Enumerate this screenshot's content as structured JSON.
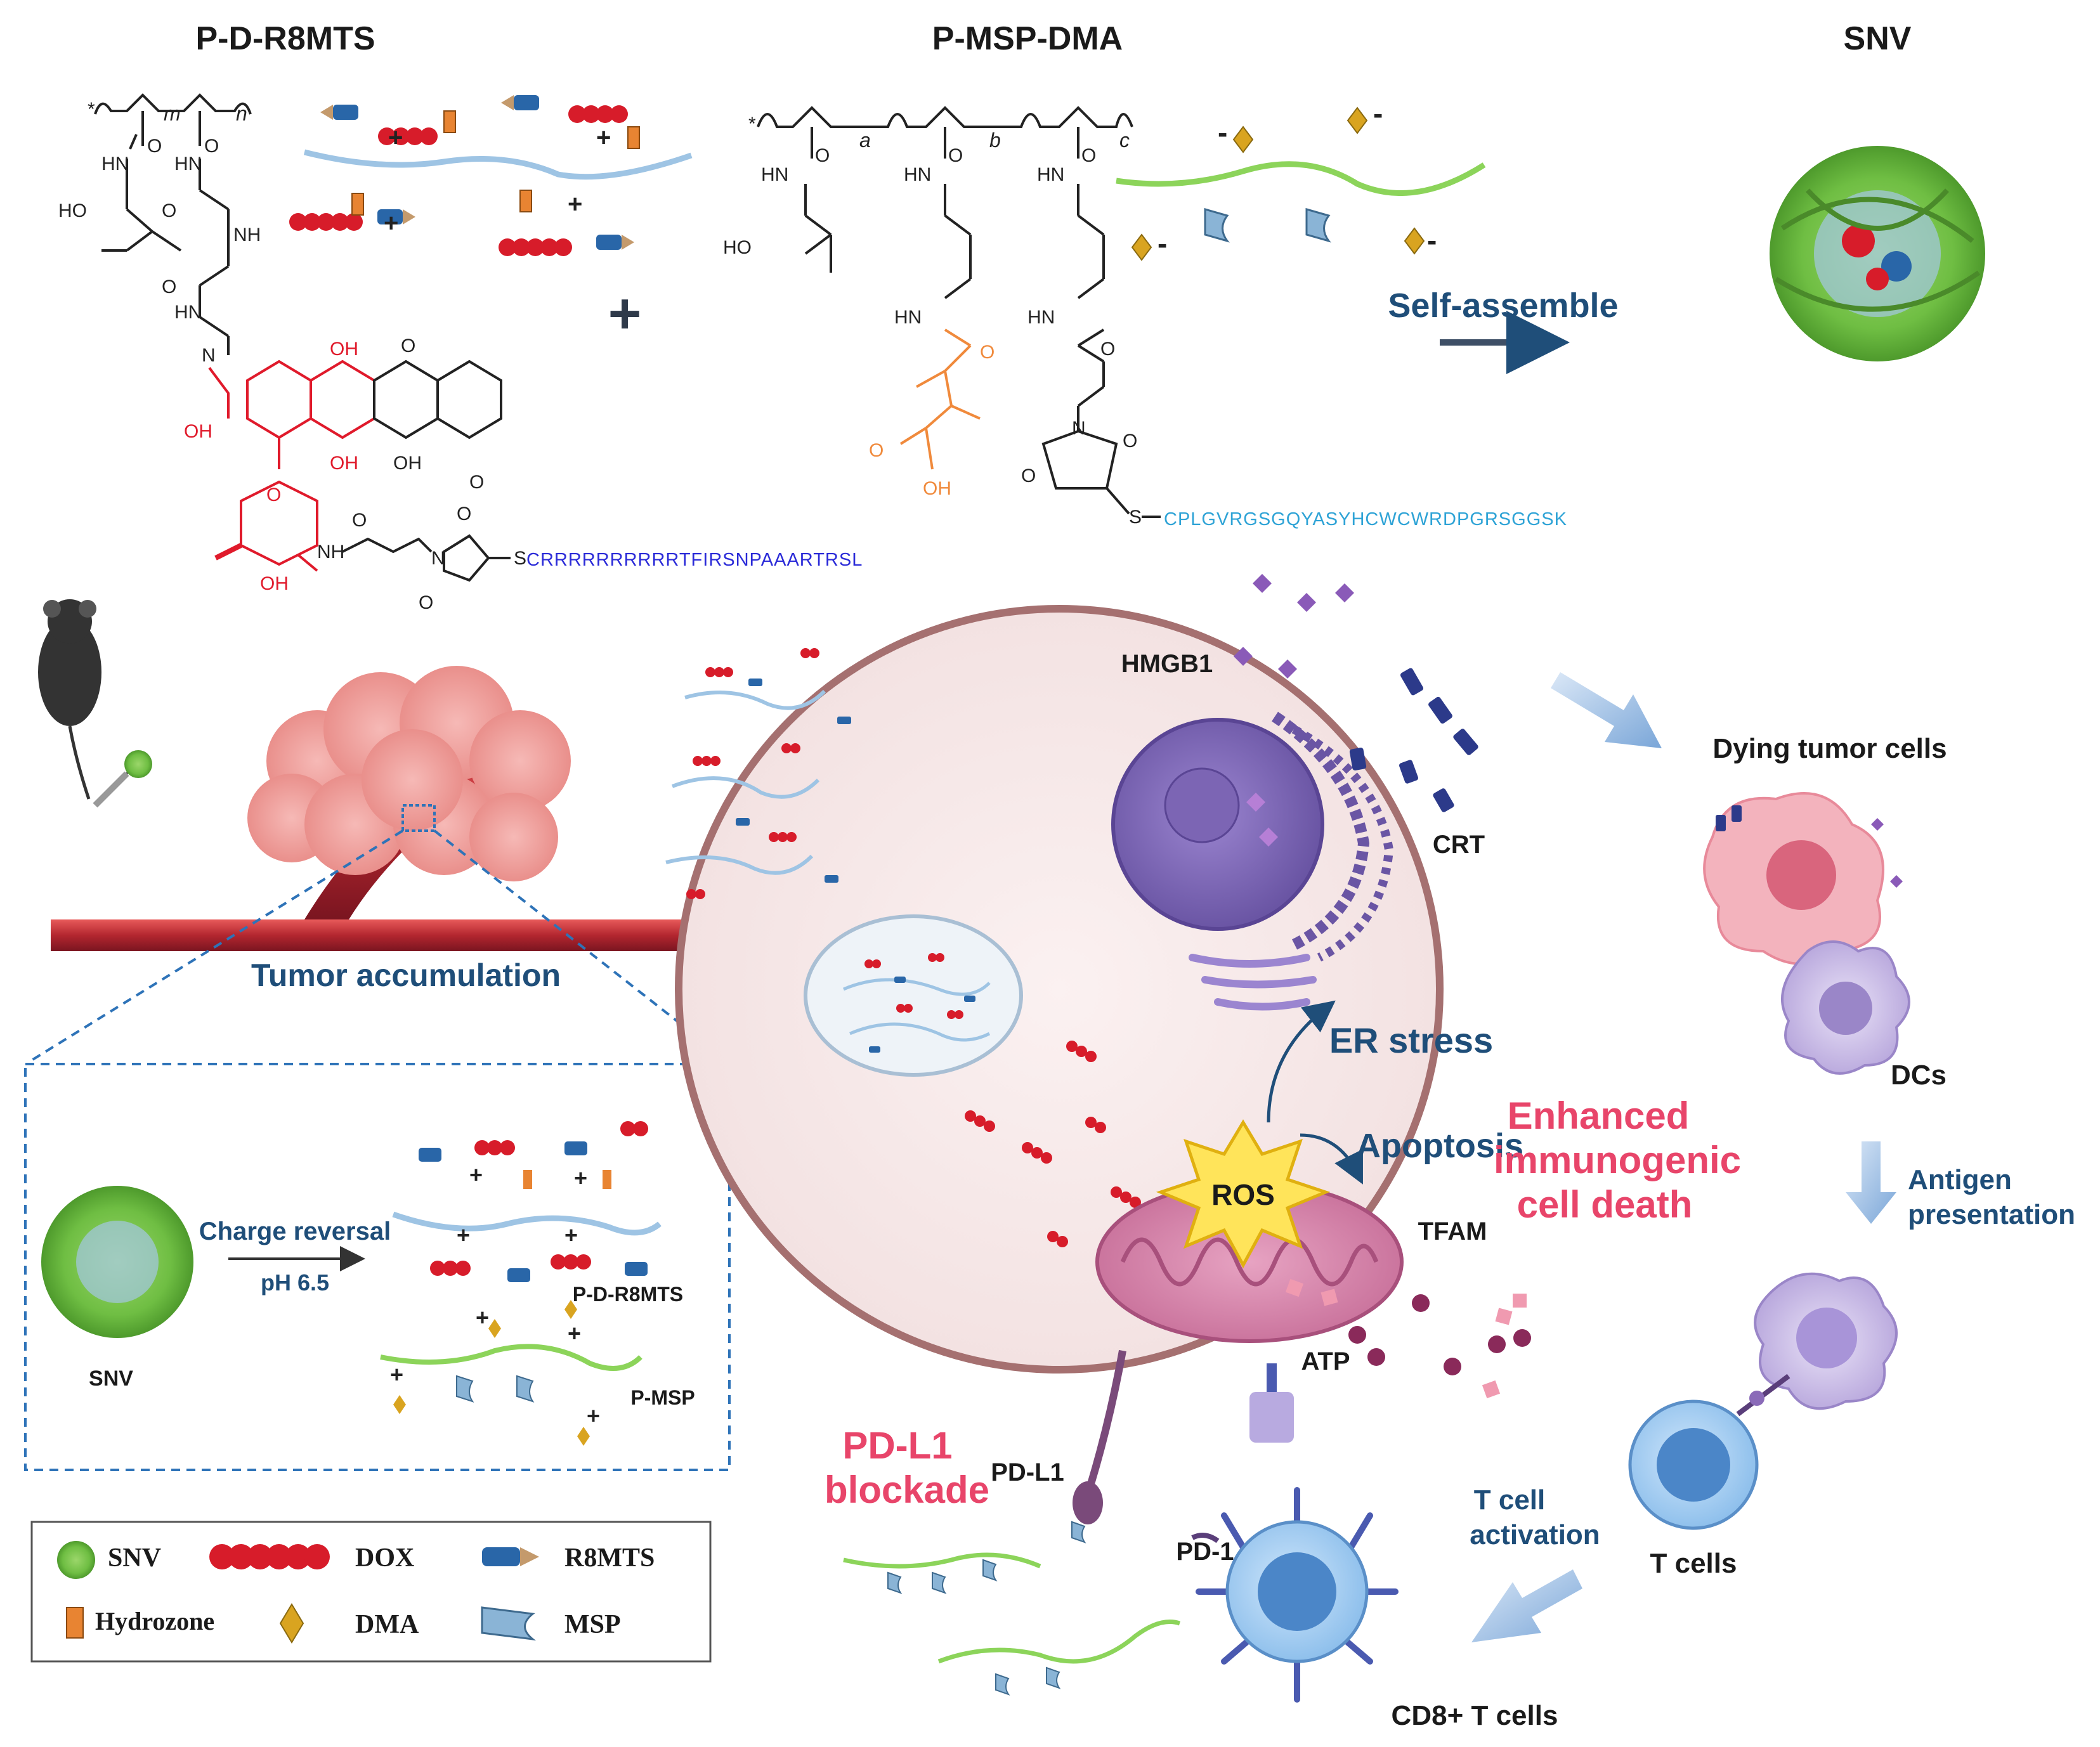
{
  "headers": {
    "p_d_r8mts": "P-D-R8MTS",
    "p_msp_dma": "P-MSP-DMA",
    "snv": "SNV"
  },
  "chem": {
    "hn": "HN",
    "nh": "NH",
    "ho": "HO",
    "oh": "OH",
    "o": "O",
    "n": "N",
    "s": "S",
    "m": "m",
    "n_sub": "n",
    "a": "a",
    "b": "b",
    "c": "c",
    "star": "*",
    "plus": "+",
    "minus": "-",
    "peptide_r8mts": "CRRRRRRRRRRTFIRSNPAAARTRSL",
    "peptide_msp": "CPLGVRGSGQYASYHCWCWRDPGRSGGSK"
  },
  "labels": {
    "self_assemble": "Self-assemble",
    "tumor_accumulation": "Tumor accumulation",
    "charge_reversal": "Charge reversal",
    "ph": "pH 6.5",
    "inset_snv": "SNV",
    "inset_pdr8mts": "P-D-R8MTS",
    "inset_pmsp": "P-MSP",
    "hmgb1": "HMGB1",
    "crt": "CRT",
    "er_stress": "ER stress",
    "ros": "ROS",
    "apoptosis": "Apoptosis",
    "tfam": "TFAM",
    "atp": "ATP",
    "dying_tumor_cells": "Dying tumor cells",
    "dcs": "DCs",
    "icd_line1": "Enhanced",
    "icd_line2": "immunogenic",
    "icd_line3": "cell death",
    "antigen_line1": "Antigen",
    "antigen_line2": "presentation",
    "t_cells": "T cells",
    "t_activation_line1": "T cell",
    "t_activation_line2": "activation",
    "cd8": "CD8+ T cells",
    "pd1": "PD-1",
    "pdl1": "PD-L1",
    "blockade_line1": "PD-L1",
    "blockade_line2": "blockade"
  },
  "legend": {
    "snv": "SNV",
    "dox": "DOX",
    "r8mts": "R8MTS",
    "hydrozone": "Hydrozone",
    "dma": "DMA",
    "msp": "MSP"
  },
  "colors": {
    "dark_text": "#1a1a1a",
    "navy": "#1f4e79",
    "red_accent": "#e8456a",
    "dox_red": "#e01a2b",
    "peptide_blue": "#2b2bd8",
    "peptide_cyan": "#2ea3d6",
    "dma_orange": "#f08a3c",
    "cell_border": "#a57070",
    "cell_fill": "#f8ecec",
    "green_chain": "#8cd45a",
    "blue_chain": "#9ec4e4",
    "purple": "#7a5aa8"
  }
}
